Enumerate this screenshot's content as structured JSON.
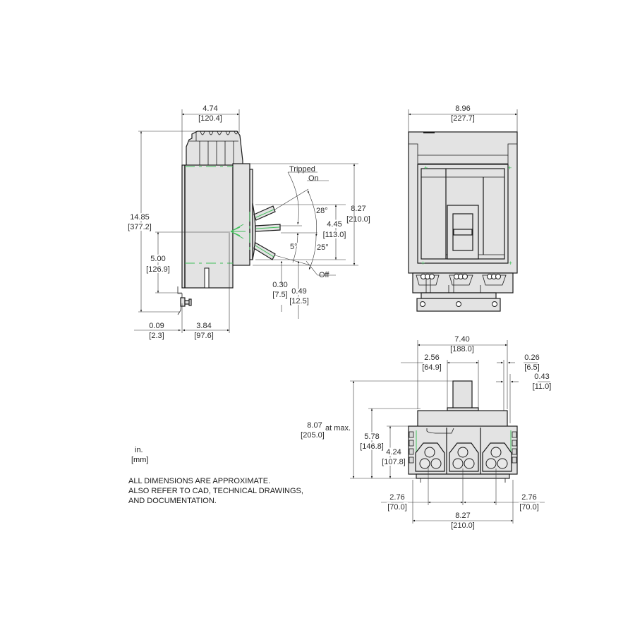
{
  "drawing": {
    "units": {
      "primary": "in.",
      "secondary": "[mm]"
    },
    "notes": [
      "ALL DIMENSIONS ARE APPROXIMATE.",
      "ALSO REFER TO CAD, TECHNICAL DRAWINGS,",
      "AND DOCUMENTATION."
    ],
    "colors": {
      "line": "#1a1a1a",
      "body_fill": "#e3e3e3",
      "centerline": "#3fbf5a",
      "text": "#2b2b2b"
    }
  },
  "side_view": {
    "width_top": {
      "in": "4.74",
      "mm": "[120.4]"
    },
    "height_total": {
      "in": "14.85",
      "mm": "[377.2]"
    },
    "height_center": {
      "in": "5.00",
      "mm": "[126.9]"
    },
    "offset_left": {
      "in": "0.09",
      "mm": "[2.3]"
    },
    "depth_center": {
      "in": "3.84",
      "mm": "[97.6]"
    },
    "handle_span": {
      "in": "8.27",
      "mm": "[210.0]"
    },
    "handle_travel": {
      "in": "4.45",
      "mm": "[113.0]"
    },
    "handle_offset_1": {
      "in": "0.30",
      "mm": "[7.5]"
    },
    "handle_offset_2": {
      "in": "0.49",
      "mm": "[12.5]"
    },
    "angles": {
      "on": "28°",
      "off": "25°",
      "tripped": "5°"
    },
    "labels": {
      "tripped": "Tripped",
      "on": "On",
      "off": "Off"
    }
  },
  "front_view": {
    "width": {
      "in": "8.96",
      "mm": "[227.7]"
    }
  },
  "bottom_view": {
    "width_overall": {
      "in": "7.40",
      "mm": "[188.0]"
    },
    "handle_width": {
      "in": "2.56",
      "mm": "[64.9]"
    },
    "edge_offset_1": {
      "in": "0.26",
      "mm": "[6.5]"
    },
    "edge_offset_2": {
      "in": "0.43",
      "mm": "[11.0]"
    },
    "height_max": {
      "in": "8.07",
      "mm": "[205.0]",
      "suffix": "at max."
    },
    "height_mid": {
      "in": "5.78",
      "mm": "[146.8]"
    },
    "height_low": {
      "in": "4.24",
      "mm": "[107.8]"
    },
    "pole_pitch_left": {
      "in": "2.76",
      "mm": "[70.0]"
    },
    "pole_pitch_right": {
      "in": "2.76",
      "mm": "[70.0]"
    },
    "width_base": {
      "in": "8.27",
      "mm": "[210.0]"
    }
  }
}
